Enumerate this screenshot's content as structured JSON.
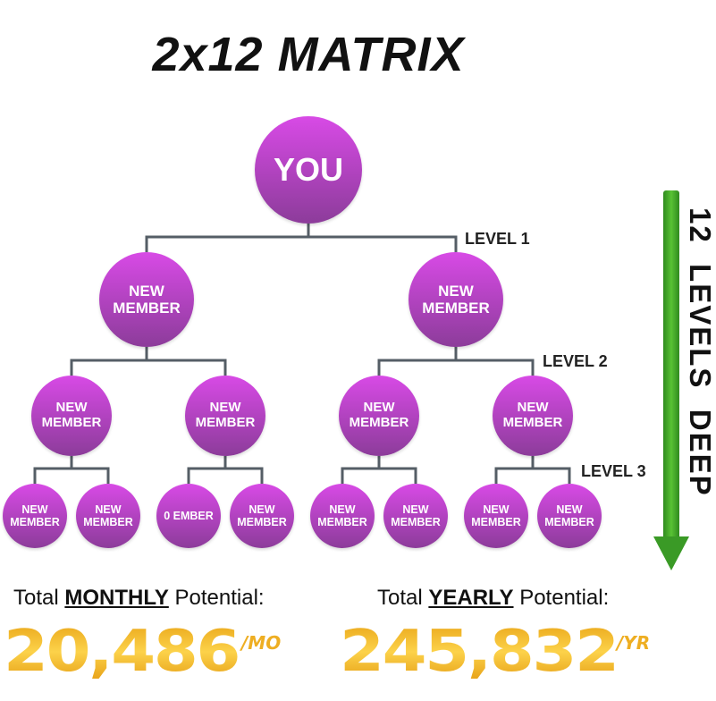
{
  "title": "2x12 MATRIX",
  "root": "YOU",
  "level1": [
    "NEW MEMBER",
    "NEW MEMBER"
  ],
  "level2": [
    "NEW MEMBER",
    "NEW MEMBER",
    "NEW MEMBER",
    "NEW MEMBER"
  ],
  "level3": [
    "NEW MEMBER",
    "NEW MEMBER",
    "0 EMBER",
    "NEW MEMBER",
    "NEW MEMBER",
    "NEW MEMBER",
    "NEW MEMBER",
    "NEW MEMBER"
  ],
  "level_labels": [
    "LEVEL 1",
    "LEVEL 2",
    "LEVEL 3"
  ],
  "depth_label": "12  LEVELS  DEEP",
  "monthly": {
    "prefix": "Total ",
    "emph": "MONTHLY",
    "suffix": " Potential:",
    "value": "20,486",
    "unit": "/MO"
  },
  "yearly": {
    "prefix": "Total ",
    "emph": "YEARLY",
    "suffix": " Potential:",
    "value": "245,832",
    "unit": "/YR"
  },
  "colors": {
    "node": "#b846c8",
    "arrow": "#3fa52a",
    "gold": "#f0b224",
    "line": "#555e66"
  }
}
